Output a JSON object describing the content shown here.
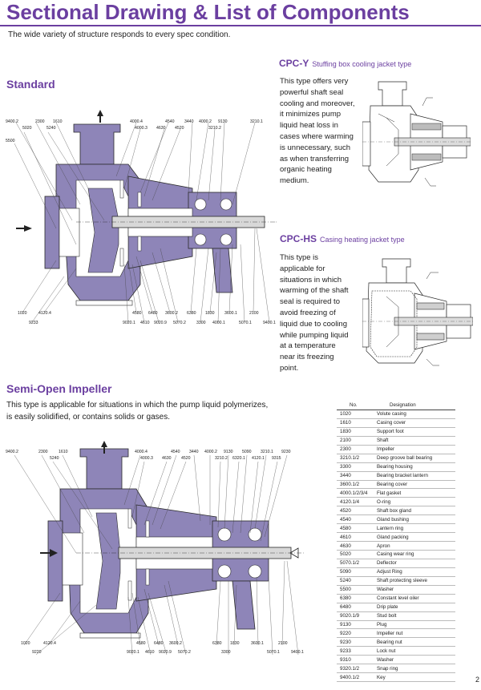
{
  "header": {
    "title": "Sectional Drawing & List of Components",
    "subtitle": "The wide variety of structure responds to every spec condition."
  },
  "colors": {
    "accent": "#6b3fa0",
    "fill": "#8e85b8",
    "line": "#2a2a2a"
  },
  "standard": {
    "heading": "Standard",
    "labels": {
      "l9400_2": "9400.2",
      "l2300": "2300",
      "l1610": "1610",
      "l5020": "5020",
      "l5240": "5240",
      "l5500": "5500",
      "l4000_4": "4000.4",
      "l4000_3": "4000.3",
      "l4540": "4540",
      "l4630": "4630",
      "l4520": "4520",
      "l3440": "3440",
      "l4000_2": "4000.2",
      "l9130": "9130",
      "l3210_2": "3210.2",
      "l3210_1": "3210.1",
      "l1020": "1020",
      "l4120_4": "4120.4",
      "l9233": "9233",
      "l4580": "4580",
      "l6480": "6480",
      "l3600_2": "3600.2",
      "l6380": "6380",
      "l1830": "1830",
      "l3600_1": "3600.1",
      "l2100": "2100",
      "l9400_1": "9400.1",
      "l9020_1": "9020.1",
      "l4610": "4610",
      "l9020_9": "9020.9",
      "l5070_2": "5070.2",
      "l3300": "3300",
      "l4000_1": "4000.1",
      "l5070_1": "5070.1"
    }
  },
  "cpcy": {
    "code": "CPC-Y",
    "name": "Stuffing box cooling jacket type",
    "lines": [
      "This type offers very",
      "powerful shaft seal",
      "cooling and moreover,",
      "it minimizes pump",
      "liquid heat loss in",
      "cases where warming",
      "is unnecessary, such",
      "as when transferring",
      "organic heating",
      "medium."
    ]
  },
  "cpchs": {
    "code": "CPC-HS",
    "name": "Casing heating jacket type",
    "lines": [
      "This type is",
      "applicable for",
      "situations in which",
      "warming of the shaft",
      "seal is required to",
      "avoid freezing of",
      "liquid due to cooling",
      "while pumping liquid",
      "at a temperature",
      "near its freezing",
      "point."
    ]
  },
  "semi": {
    "heading": "Semi-Open Impeller",
    "text_line1": "This type is applicable for situations in which the pump liquid polymerizes,",
    "text_line2": "is easily solidified, or contains solids or gases.",
    "labels": {
      "l9400_2": "9400.2",
      "l2300": "2300",
      "l1610": "1610",
      "l5240": "5240",
      "l4000_4": "4000.4",
      "l4000_3": "4000.3",
      "l4630": "4630",
      "l4540": "4540",
      "l4520": "4520",
      "l3440": "3440",
      "l4000_2": "4000.2",
      "l9130": "9130",
      "l3210_2": "3210.2",
      "l5090": "5090",
      "l6320_1": "6320.1",
      "l3210_1": "3210.1",
      "l4120_1": "4120.1",
      "l9230": "9230",
      "l9315": "9315",
      "l1020": "1020",
      "l4120_4": "4120.4",
      "l9220": "9220",
      "l4580": "4580",
      "l6480": "6480",
      "l3600_2": "3600.2",
      "l6380": "6380",
      "l1830": "1830",
      "l3600_1": "3600.1",
      "l2100": "2100",
      "l9400_1": "9400.1",
      "l9020_1": "9020.1",
      "l4610": "4610",
      "l9020_9": "9020.9",
      "l5070_2": "5070.2",
      "l3300": "3300",
      "l5070_1": "5070.1"
    }
  },
  "components": {
    "col_no": "No.",
    "col_designation": "Designation",
    "rows": [
      [
        "1020",
        "Volute casing"
      ],
      [
        "1610",
        "Casing cover"
      ],
      [
        "1830",
        "Support foot"
      ],
      [
        "2100",
        "Shaft"
      ],
      [
        "2300",
        "Impeller"
      ],
      [
        "3210.1/2",
        "Deep groove ball bearing"
      ],
      [
        "3300",
        "Bearing housing"
      ],
      [
        "3440",
        "Bearing bracket lantern"
      ],
      [
        "3600.1/2",
        "Bearing cover"
      ],
      [
        "4000.1/2/3/4",
        "Flat gasket"
      ],
      [
        "4120.1/4",
        "O-ring"
      ],
      [
        "4520",
        "Shaft box gland"
      ],
      [
        "4540",
        "Gland bushing"
      ],
      [
        "4580",
        "Lantern ring"
      ],
      [
        "4610",
        "Gland packing"
      ],
      [
        "4630",
        "Apron"
      ],
      [
        "5020",
        "Casing wear ring"
      ],
      [
        "5070.1/2",
        "Deflector"
      ],
      [
        "5090",
        "Adjust Ring"
      ],
      [
        "5240",
        "Shaft protecting sleeve"
      ],
      [
        "5500",
        "Washer"
      ],
      [
        "6380",
        "Constant level oiler"
      ],
      [
        "6480",
        "Drip plate"
      ],
      [
        "9020.1/9",
        "Stud bolt"
      ],
      [
        "9130",
        "Plug"
      ],
      [
        "9220",
        "Impeller nut"
      ],
      [
        "9230",
        "Bearing nut"
      ],
      [
        "9233",
        "Lock nut"
      ],
      [
        "9310",
        "Washer"
      ],
      [
        "9320.1/2",
        "Snap ring"
      ],
      [
        "9400.1/2",
        "Key"
      ]
    ]
  },
  "page_number": "2"
}
